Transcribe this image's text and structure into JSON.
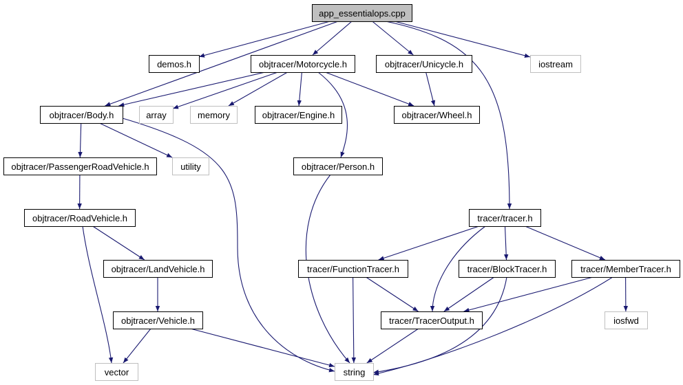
{
  "colors": {
    "edge": "#191970",
    "node_border": "#000000",
    "root_fill": "#bfbfbf",
    "external_border": "#bfbfbf",
    "fill": "#ffffff"
  },
  "nodes": [
    {
      "id": "app",
      "label": "app_essentialops.cpp",
      "kind": "root"
    },
    {
      "id": "demos",
      "label": "demos.h",
      "kind": "internal"
    },
    {
      "id": "moto",
      "label": "objtracer/Motorcycle.h",
      "kind": "internal"
    },
    {
      "id": "uni",
      "label": "objtracer/Unicycle.h",
      "kind": "internal"
    },
    {
      "id": "iostream",
      "label": "iostream",
      "kind": "external"
    },
    {
      "id": "body",
      "label": "objtracer/Body.h",
      "kind": "internal"
    },
    {
      "id": "array",
      "label": "array",
      "kind": "external"
    },
    {
      "id": "memory",
      "label": "memory",
      "kind": "external"
    },
    {
      "id": "engine",
      "label": "objtracer/Engine.h",
      "kind": "internal"
    },
    {
      "id": "wheel",
      "label": "objtracer/Wheel.h",
      "kind": "internal"
    },
    {
      "id": "prv",
      "label": "objtracer/PassengerRoadVehicle.h",
      "kind": "internal"
    },
    {
      "id": "utility",
      "label": "utility",
      "kind": "external"
    },
    {
      "id": "person",
      "label": "objtracer/Person.h",
      "kind": "internal"
    },
    {
      "id": "rv",
      "label": "objtracer/RoadVehicle.h",
      "kind": "internal"
    },
    {
      "id": "tracer",
      "label": "tracer/tracer.h",
      "kind": "internal"
    },
    {
      "id": "lv",
      "label": "objtracer/LandVehicle.h",
      "kind": "internal"
    },
    {
      "id": "ft",
      "label": "tracer/FunctionTracer.h",
      "kind": "internal"
    },
    {
      "id": "bt",
      "label": "tracer/BlockTracer.h",
      "kind": "internal"
    },
    {
      "id": "mt",
      "label": "tracer/MemberTracer.h",
      "kind": "internal"
    },
    {
      "id": "veh",
      "label": "objtracer/Vehicle.h",
      "kind": "internal"
    },
    {
      "id": "to",
      "label": "tracer/TracerOutput.h",
      "kind": "internal"
    },
    {
      "id": "iosfwd",
      "label": "iosfwd",
      "kind": "external"
    },
    {
      "id": "vector",
      "label": "vector",
      "kind": "external"
    },
    {
      "id": "string",
      "label": "string",
      "kind": "external"
    }
  ],
  "edges": [
    [
      "app",
      "demos"
    ],
    [
      "app",
      "moto"
    ],
    [
      "app",
      "uni"
    ],
    [
      "app",
      "iostream"
    ],
    [
      "app",
      "body"
    ],
    [
      "app",
      "tracer"
    ],
    [
      "moto",
      "body"
    ],
    [
      "moto",
      "array"
    ],
    [
      "moto",
      "memory"
    ],
    [
      "moto",
      "engine"
    ],
    [
      "moto",
      "wheel"
    ],
    [
      "moto",
      "person"
    ],
    [
      "uni",
      "wheel"
    ],
    [
      "body",
      "prv"
    ],
    [
      "body",
      "utility"
    ],
    [
      "body",
      "string"
    ],
    [
      "prv",
      "rv"
    ],
    [
      "rv",
      "lv"
    ],
    [
      "rv",
      "vector"
    ],
    [
      "lv",
      "veh"
    ],
    [
      "veh",
      "vector"
    ],
    [
      "veh",
      "string"
    ],
    [
      "person",
      "string"
    ],
    [
      "tracer",
      "ft"
    ],
    [
      "tracer",
      "bt"
    ],
    [
      "tracer",
      "mt"
    ],
    [
      "tracer",
      "to"
    ],
    [
      "ft",
      "to"
    ],
    [
      "ft",
      "string"
    ],
    [
      "bt",
      "to"
    ],
    [
      "bt",
      "string"
    ],
    [
      "mt",
      "to"
    ],
    [
      "mt",
      "iosfwd"
    ],
    [
      "mt",
      "string"
    ],
    [
      "to",
      "string"
    ]
  ]
}
